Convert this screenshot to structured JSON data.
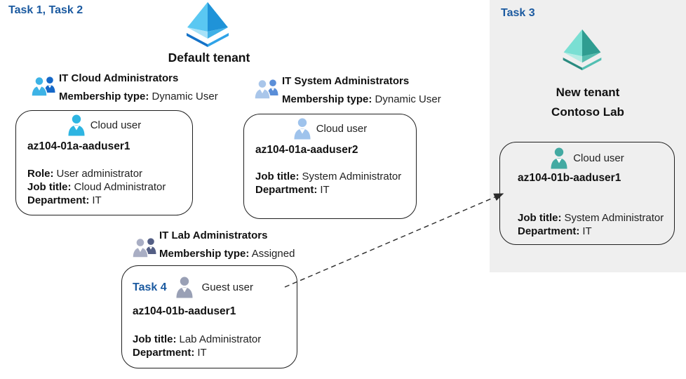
{
  "colors": {
    "task_label": "#1b5aa0",
    "panel_bg": "#efefef",
    "box_border": "#1f1f1f",
    "arrow": "#2b2b2b",
    "cloud_user_cyan": "#2eb5e2",
    "cloud_user_light_blue": "#9fc3ec",
    "cloud_user_teal": "#43aaa2",
    "guest_user_gray": "#99a0b5"
  },
  "default_tenant": {
    "task_label": "Task 1, Task 2",
    "tenant_icon": "azure-ad-tenant-icon-blue",
    "title": "Default tenant",
    "groups": [
      {
        "icon": "group-icon-blue",
        "title": "IT Cloud Administrators",
        "membership_label": "Membership type:",
        "membership_value": "Dynamic User"
      },
      {
        "icon": "group-icon-light-blue",
        "title": "IT System Administrators",
        "membership_label": "Membership type:",
        "membership_value": "Dynamic User"
      },
      {
        "icon": "group-icon-gray",
        "title": "IT Lab Administrators",
        "membership_label": "Membership type:",
        "membership_value": "Assigned"
      }
    ],
    "users": [
      {
        "type_label": "Cloud user",
        "name": "az104-01a-aaduser1",
        "fields": [
          {
            "label": "Role:",
            "value": "User administrator"
          },
          {
            "label": "Job title:",
            "value": "Cloud Administrator"
          },
          {
            "label": "Department:",
            "value": "IT"
          }
        ]
      },
      {
        "type_label": "Cloud user",
        "name": "az104-01a-aaduser2",
        "fields": [
          {
            "label": "Job title:",
            "value": "System Administrator"
          },
          {
            "label": "Department:",
            "value": "IT"
          }
        ]
      },
      {
        "task_label": "Task 4",
        "type_label": "Guest user",
        "name": "az104-01b-aaduser1",
        "fields": [
          {
            "label": "Job title:",
            "value": "Lab Administrator"
          },
          {
            "label": "Department:",
            "value": "IT"
          }
        ]
      }
    ]
  },
  "new_tenant": {
    "task_label": "Task 3",
    "tenant_icon": "azure-ad-tenant-icon-teal",
    "title_line1": "New tenant",
    "title_line2": "Contoso Lab",
    "user": {
      "type_label": "Cloud user",
      "name": "az104-01b-aaduser1",
      "fields": [
        {
          "label": "Job title:",
          "value": "System Administrator"
        },
        {
          "label": "Department:",
          "value": "IT"
        }
      ]
    }
  }
}
